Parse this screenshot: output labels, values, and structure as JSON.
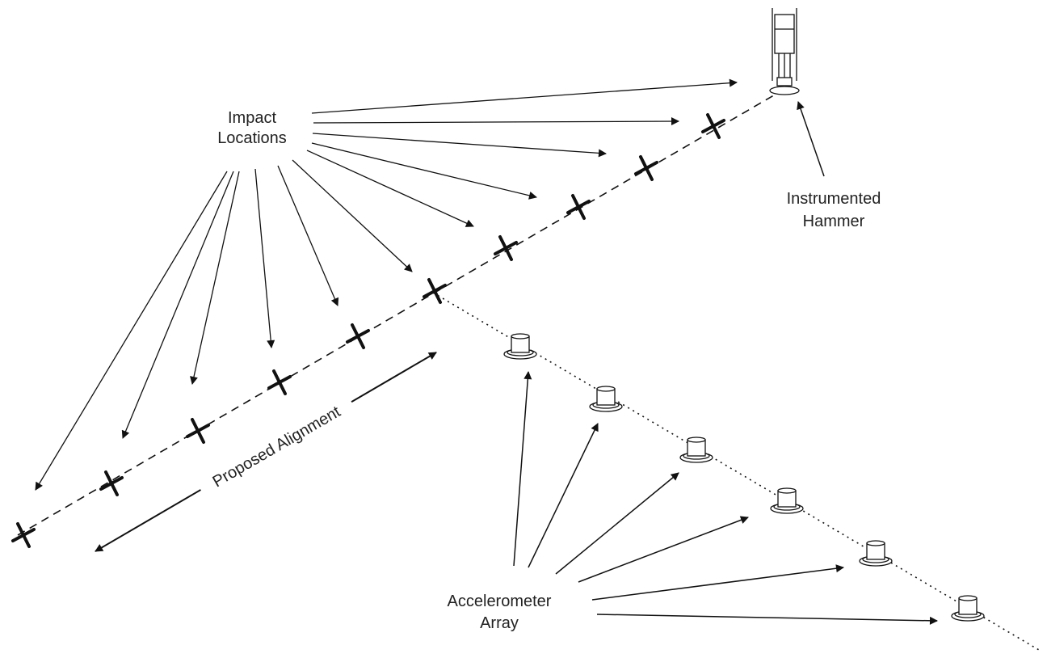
{
  "labels": {
    "impact_line1": "Impact",
    "impact_line2": "Locations",
    "hammer_line1": "Instrumented",
    "hammer_line2": "Hammer",
    "alignment": "Proposed Alignment",
    "accel_line1": "Accelerometer",
    "accel_line2": "Array"
  },
  "colors": {
    "ink": "#111111",
    "text": "#222222"
  }
}
